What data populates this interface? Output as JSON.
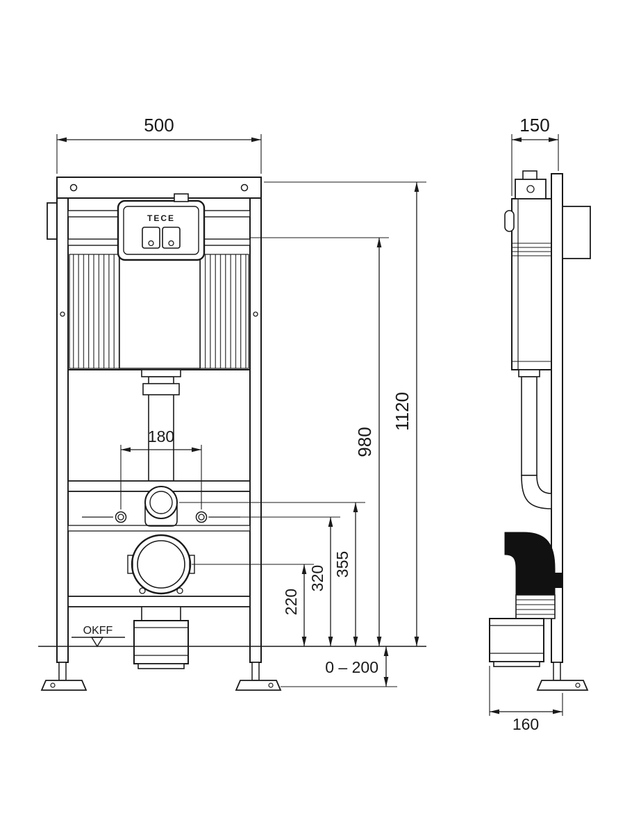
{
  "drawing": {
    "brand_logo": "TECE",
    "floor_label": "OKFF",
    "front_view": {
      "width": "500",
      "total_height": "1120",
      "height_980": "980",
      "bolt_spacing": "180",
      "height_355": "355",
      "height_320": "320",
      "height_220": "220",
      "foot_adjust_range": "0 – 200"
    },
    "side_view": {
      "depth": "150",
      "outlet_depth": "160"
    }
  }
}
